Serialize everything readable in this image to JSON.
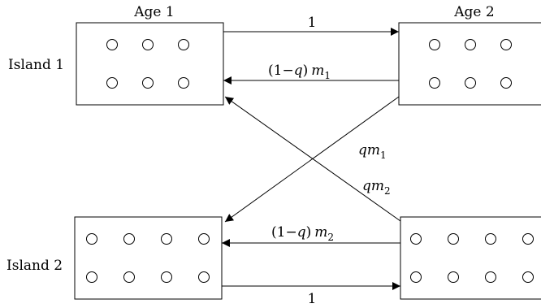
{
  "columns": {
    "age1": "Age 1",
    "age2": "Age 2"
  },
  "rows": {
    "island1": "Island 1",
    "island2": "Island 2"
  },
  "boxes": {
    "i1a1": {
      "row_counts": [
        3,
        3
      ]
    },
    "i1a2": {
      "row_counts": [
        3,
        3
      ]
    },
    "i2a1": {
      "row_counts": [
        4,
        4
      ]
    },
    "i2a2": {
      "row_counts": [
        4,
        4
      ]
    }
  },
  "arrows": {
    "top_forward": {
      "label": "1"
    },
    "top_return": {
      "prefix": "(1−",
      "q": "q",
      "mid": ")",
      "m": "m",
      "sub": "1"
    },
    "cross_1": {
      "q": "q",
      "m": "m",
      "sub": "1"
    },
    "cross_2": {
      "q": "q",
      "m": "m",
      "sub": "2"
    },
    "bottom_return": {
      "prefix": "(1−",
      "q": "q",
      "mid": ")",
      "m": "m",
      "sub": "2"
    },
    "bottom_forward": {
      "label": "1"
    }
  },
  "colors": {
    "stroke": "#000000",
    "background": "#ffffff"
  }
}
